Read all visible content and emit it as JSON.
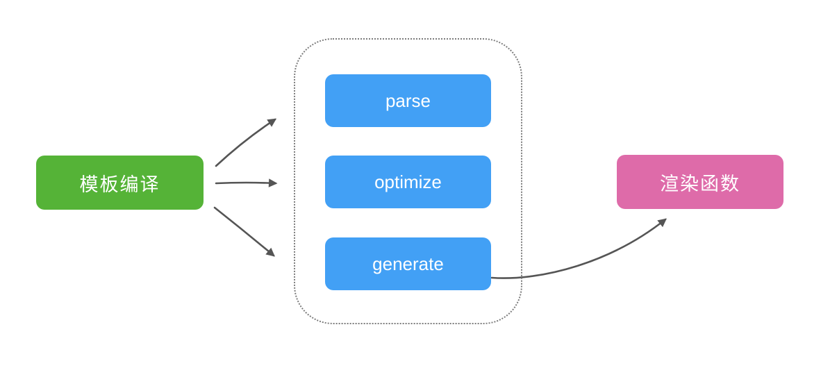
{
  "diagram": {
    "source": {
      "label": "模板编译",
      "bg": "#55B337",
      "text_color": "#ffffff"
    },
    "pipeline": {
      "steps": [
        {
          "label": "parse"
        },
        {
          "label": "optimize"
        },
        {
          "label": "generate"
        }
      ],
      "step_bg": "#42A0F5",
      "step_text_color": "#ffffff",
      "container_border_color": "#7b7b7b"
    },
    "output": {
      "label": "渲染函数",
      "bg": "#DE6BA9",
      "text_color": "#ffffff"
    },
    "arrows": {
      "color": "#555555",
      "source_to_parse": "arrow",
      "source_to_optimize": "arrow",
      "source_to_generate": "arrow",
      "generate_to_output": "curved arrow"
    },
    "background": "#ffffff"
  }
}
